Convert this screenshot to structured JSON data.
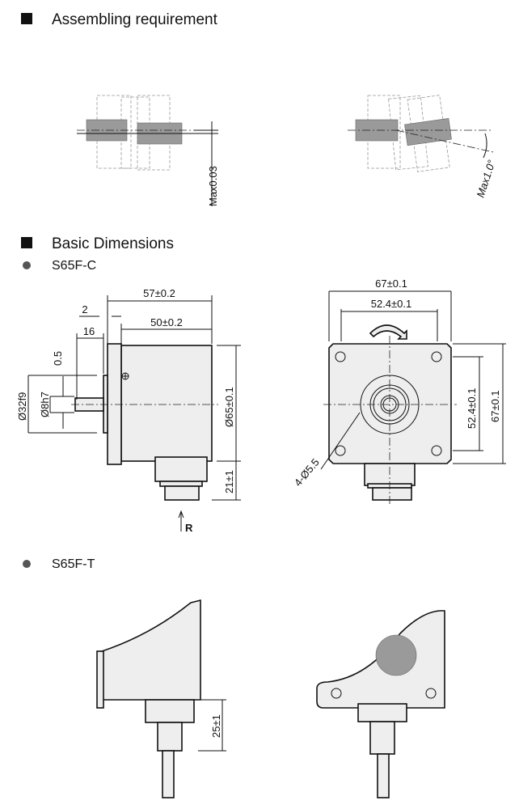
{
  "sections": {
    "assembling": {
      "title": "Assembling requirement",
      "labels": {
        "offset": "Max0.03",
        "angle": "Max1.0°"
      }
    },
    "basic": {
      "title": "Basic Dimensions"
    }
  },
  "models": [
    {
      "name": "S65F-C",
      "side_view": {
        "length_total": "57±0.2",
        "flange": "2",
        "length_body": "50±0.2",
        "shaft_length": "16",
        "step": "0.5",
        "spigot_dia": "Ø32f9",
        "shaft_dia": "Ø8h7",
        "body_dia": "Ø65±0.1",
        "connector_height": "21±1",
        "view_label": "R"
      },
      "front_view": {
        "width": "67±0.1",
        "hole_pitch_h": "52.4±0.1",
        "hole_pitch_v": "52.4±0.1",
        "height": "67±0.1",
        "holes": "4-Ø5.5"
      }
    },
    {
      "name": "S65F-T",
      "side_view": {
        "connector_height": "25±1"
      }
    }
  ],
  "colors": {
    "line": "#111111",
    "fill": "#eeeeee",
    "shaft_gray": "#9a9a9a"
  }
}
